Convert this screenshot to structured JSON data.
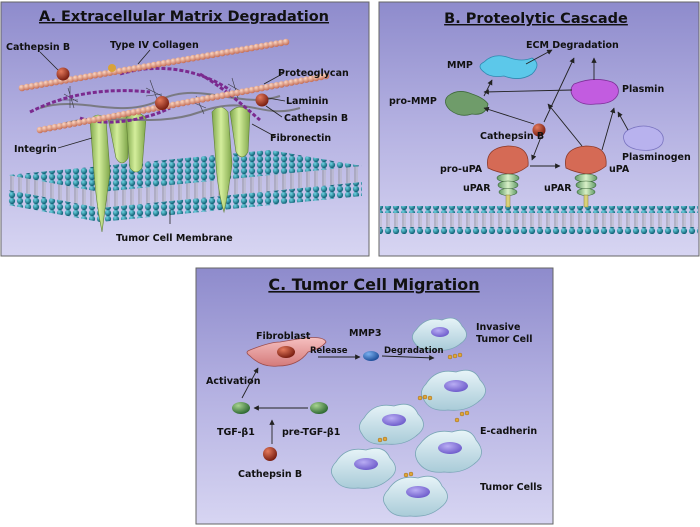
{
  "panel_a": {
    "title": "A.  Extracellular Matrix Degradation",
    "labels": {
      "cathepsin_b_left": "Cathepsin B",
      "type_iv_collagen": "Type IV Collagen",
      "proteoglycan": "Proteoglycan",
      "laminin": "Laminin",
      "cathepsin_b_right": "Cathepsin B",
      "fibronectin": "Fibronectin",
      "integrin": "Integrin",
      "tumor_cell_membrane": "Tumor Cell Membrane"
    }
  },
  "panel_b": {
    "title": "B.  Proteolytic Cascade",
    "labels": {
      "mmp": "MMP",
      "ecm_degradation": "ECM Degradation",
      "pro_mmp": "pro-MMP",
      "plasmin": "Plasmin",
      "cathepsin_b": "Cathepsin B",
      "plasminogen": "Plasminogen",
      "pro_upa": "pro-uPA",
      "upa": "uPA",
      "upar_left": "uPAR",
      "upar_right": "uPAR"
    }
  },
  "panel_c": {
    "title": "C.  Tumor Cell Migration",
    "labels": {
      "fibroblast": "Fibroblast",
      "mmp3": "MMP3",
      "invasive_tumor_cell_1": "Invasive",
      "invasive_tumor_cell_2": "Tumor Cell",
      "release": "Release",
      "degradation": "Degradation",
      "activation": "Activation",
      "tgf_b1": "TGF-β1",
      "pre_tgf_b1": "pre-TGF-β1",
      "e_cadherin": "E-cadherin",
      "cathepsin_b": "Cathepsin B",
      "tumor_cells": "Tumor Cells"
    }
  },
  "colors": {
    "panel_bg": "#b9b6e3",
    "membrane_teal": "#1d8fa3",
    "integrin_green": "#a8d06a",
    "collagen_pink": "#e3a08a",
    "cathepsin_red": "#b8402a",
    "mmp_cyan": "#5cc8ea",
    "plasmin_purple": "#c25ce0",
    "plasminogen_lavender": "#b8b2ee",
    "promp_green": "#6f9c6a",
    "upa_salmon": "#d56a55",
    "tumor_cell_blue": "#cfe6ee",
    "nucleus_purple": "#8f7fe0",
    "fibroblast_pink": "#e89a9a"
  }
}
